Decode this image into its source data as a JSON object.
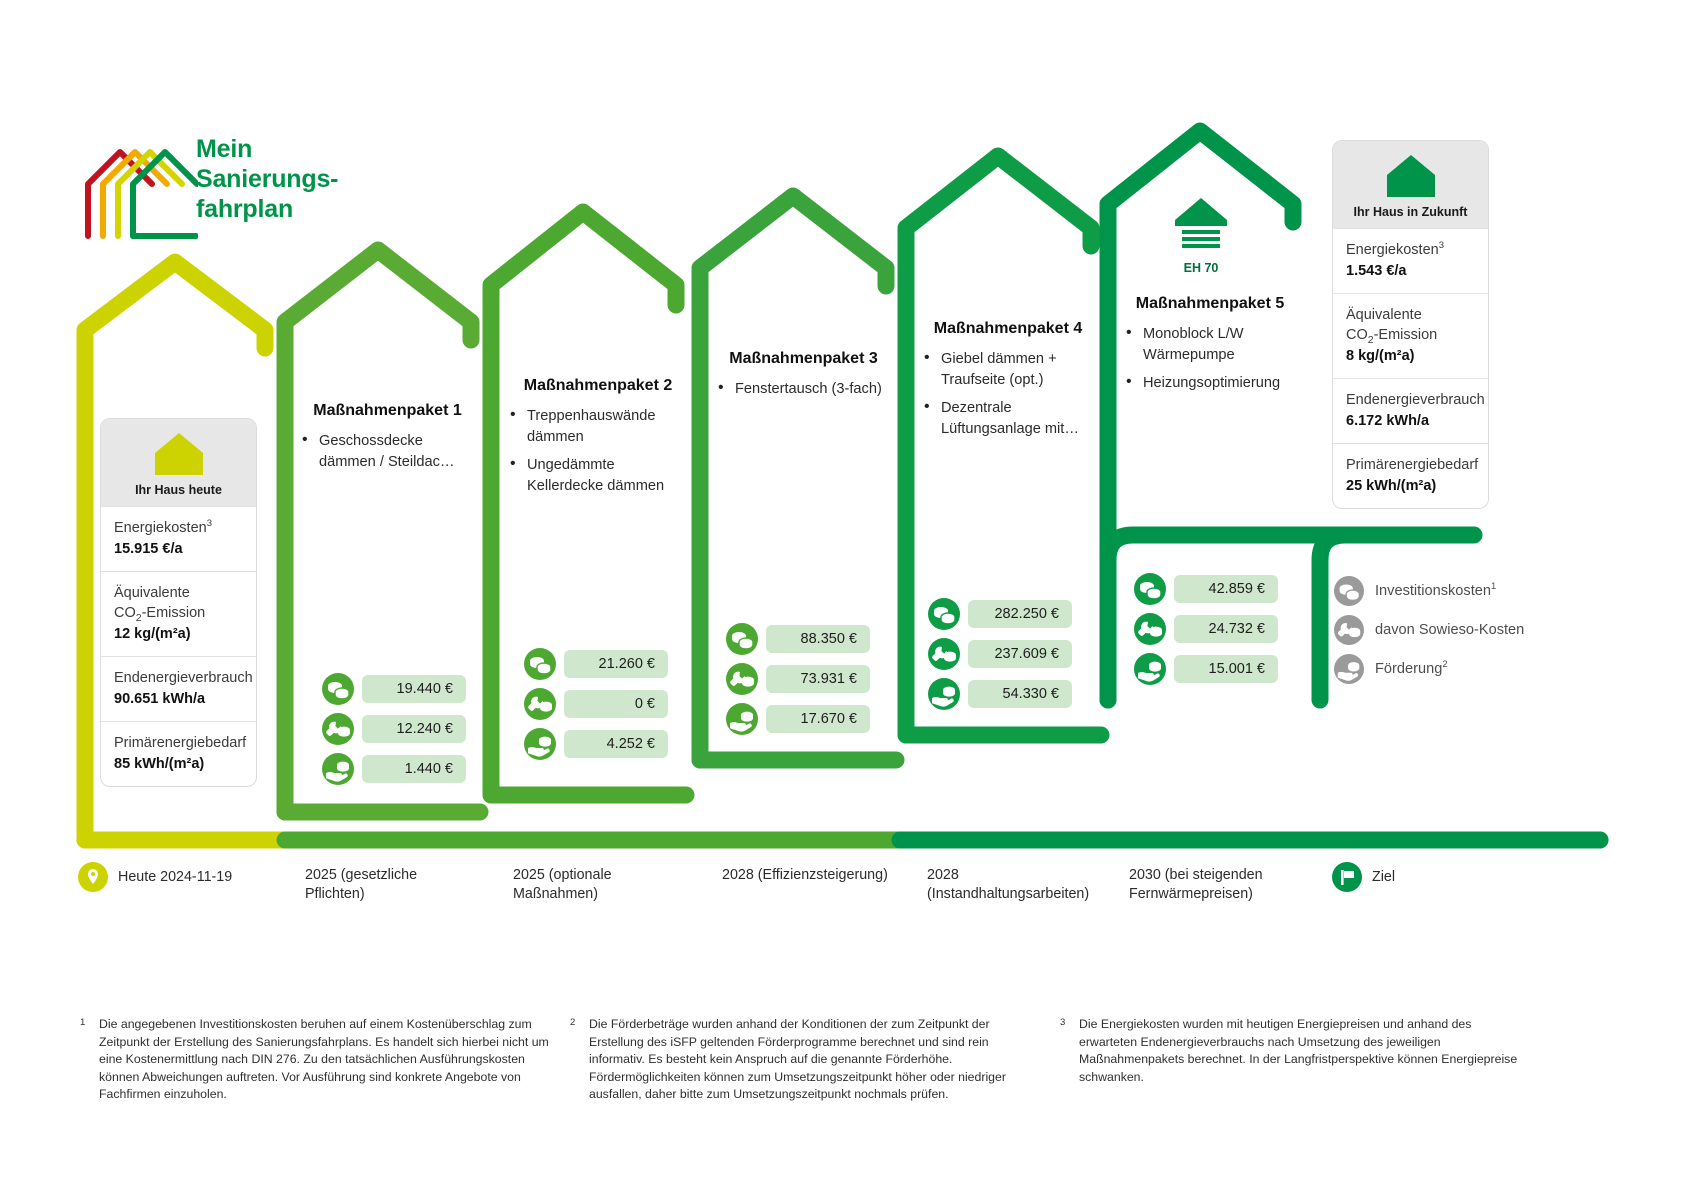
{
  "logo": {
    "line1": "Mein",
    "line2": "Sanierungs-",
    "line3": "fahrplan",
    "colors": [
      "#c1121f",
      "#f2a900",
      "#d4d400",
      "#00944a"
    ]
  },
  "today_card": {
    "house_label": "Ihr Haus heute",
    "house_color": "#cdd300",
    "rows": [
      {
        "label": "Energiekosten",
        "sup": "3",
        "value": "15.915 €/a"
      },
      {
        "label": "Äquivalente CO2-Emission",
        "value": "12 kg/(m²a)"
      },
      {
        "label": "Endenergieverbrauch",
        "value": "90.651 kWh/a"
      },
      {
        "label": "Primärenergiebedarf",
        "value": "85 kWh/(m²a)"
      }
    ]
  },
  "future_card": {
    "house_label": "Ihr Haus in Zukunft",
    "house_color": "#00944a",
    "rows": [
      {
        "label": "Energiekosten",
        "sup": "3",
        "value": "1.543 €/a"
      },
      {
        "label": "Äquivalente CO2-Emission",
        "value": "8 kg/(m²a)"
      },
      {
        "label": "Endenergieverbrauch",
        "value": "6.172 kWh/a"
      },
      {
        "label": "Primärenergiebedarf",
        "value": "25 kWh/(m²a)"
      }
    ]
  },
  "efficiency_badge": {
    "label": "EH 70"
  },
  "packages": [
    {
      "title": "Maßnahmenpaket 1",
      "items": [
        "Geschossdecke dämmen / Steildac…"
      ],
      "costs": [
        {
          "icon": "coins-icon",
          "value": "19.440 €"
        },
        {
          "icon": "wrench-coins-icon",
          "value": "12.240 €"
        },
        {
          "icon": "hand-coins-icon",
          "value": "1.440 €"
        }
      ],
      "roof_color": "#5aab33"
    },
    {
      "title": "Maßnahmenpaket 2",
      "items": [
        "Treppenhauswände dämmen",
        "Ungedämmte Kellerdecke dämmen"
      ],
      "costs": [
        {
          "icon": "coins-icon",
          "value": "21.260 €"
        },
        {
          "icon": "wrench-coins-icon",
          "value": "0 €"
        },
        {
          "icon": "hand-coins-icon",
          "value": "4.252 €"
        }
      ],
      "roof_color": "#4da832"
    },
    {
      "title": "Maßnahmenpaket 3",
      "items": [
        "Fenstertausch (3-fach)"
      ],
      "costs": [
        {
          "icon": "coins-icon",
          "value": "88.350 €"
        },
        {
          "icon": "wrench-coins-icon",
          "value": "73.931 €"
        },
        {
          "icon": "hand-coins-icon",
          "value": "17.670 €"
        }
      ],
      "roof_color": "#3ba33c"
    },
    {
      "title": "Maßnahmenpaket 4",
      "items": [
        "Giebel dämmen + Traufseite (opt.)",
        "Dezentrale Lüftungsanlage mit…"
      ],
      "costs": [
        {
          "icon": "coins-icon",
          "value": "282.250 €"
        },
        {
          "icon": "wrench-coins-icon",
          "value": "237.609 €"
        },
        {
          "icon": "hand-coins-icon",
          "value": "54.330 €"
        }
      ],
      "roof_color": "#0f9c46"
    },
    {
      "title": "Maßnahmenpaket 5",
      "items": [
        "Monoblock L/W Wärmepumpe",
        "Heizungsoptimierung"
      ],
      "costs": [
        {
          "icon": "coins-icon",
          "value": "42.859 €"
        },
        {
          "icon": "wrench-coins-icon",
          "value": "24.732 €"
        },
        {
          "icon": "hand-coins-icon",
          "value": "15.001 €"
        }
      ],
      "roof_color": "#00944a"
    }
  ],
  "legend": [
    {
      "icon": "coins-icon",
      "label": "Investitionskosten",
      "sup": "1"
    },
    {
      "icon": "wrench-coins-icon",
      "label": "davon Sowieso-Kosten",
      "sup": ""
    },
    {
      "icon": "hand-coins-icon",
      "label": "Förderung",
      "sup": "2"
    }
  ],
  "timeline": {
    "start_label": "Heute 2024-11-19",
    "end_label": "Ziel",
    "milestones": [
      {
        "line1": "2025 (gesetzliche",
        "line2": "Pflichten)"
      },
      {
        "line1": "2025 (optionale",
        "line2": "Maßnahmen)"
      },
      {
        "line1": "2028 (Effizienzsteigerung)",
        "line2": ""
      },
      {
        "line1": "2028",
        "line2": "(Instandhaltungsarbeiten)"
      },
      {
        "line1": "2030 (bei steigenden",
        "line2": "Fernwärmepreisen)"
      }
    ]
  },
  "footnotes": [
    {
      "mark": "1",
      "text": "Die angegebenen Investitionskosten beruhen auf einem Kostenüberschlag zum Zeitpunkt der Erstellung des Sanierungsfahrplans. Es handelt sich hierbei nicht um eine Kostenermittlung nach DIN 276. Zu den tatsächlichen Ausführungskosten können Abweichungen auftreten. Vor Ausführung sind konkrete Angebote von Fachfirmen einzuholen."
    },
    {
      "mark": "2",
      "text": "Die Förderbeträge wurden anhand der Konditionen der zum Zeitpunkt der Erstellung des iSFP geltenden Förderprogramme berechnet und sind rein informativ. Es besteht kein Anspruch auf die genannte Förderhöhe. Fördermöglichkeiten können zum Umsetzungszeitpunkt höher oder niedriger ausfallen, daher bitte zum Umsetzungszeitpunkt nochmals prüfen."
    },
    {
      "mark": "3",
      "text": "Die Energiekosten wurden mit heutigen Energiepreisen und anhand des erwarteten Endenergieverbrauchs nach Umsetzung des jeweiligen Maßnahmenpakets berechnet. In der Langfristperspektive können Energiepreise schwanken."
    }
  ],
  "colors": {
    "yellow": "#cdd300",
    "green_light": "#5aab33",
    "green_mid": "#4da832",
    "green_dark": "#00944a",
    "pill_bg": "#cfe8cd",
    "legend_grey": "#9a9a9a"
  }
}
